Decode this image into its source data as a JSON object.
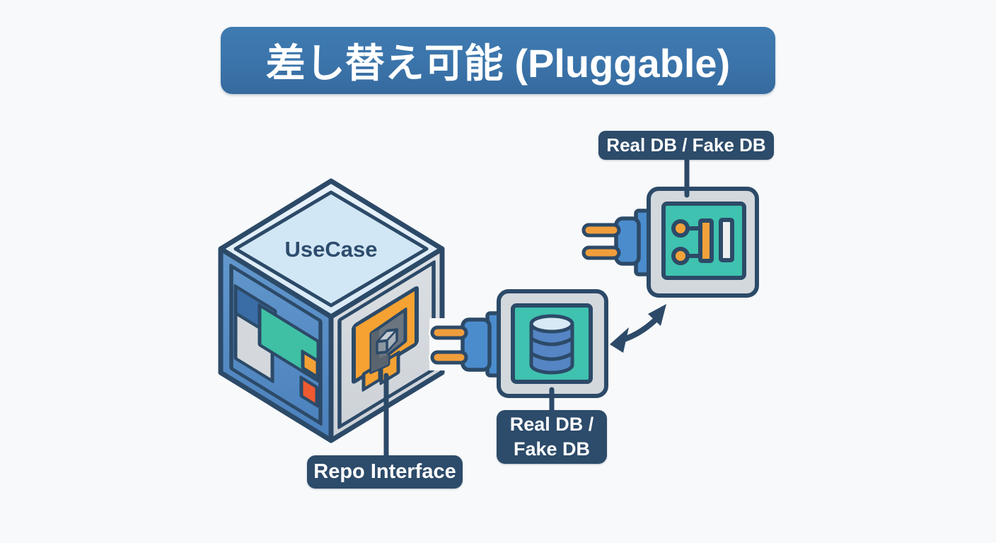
{
  "title": {
    "text": "差し替え可能 (Pluggable)"
  },
  "cube": {
    "label": "UseCase"
  },
  "socket": {
    "label": "Repo Interface"
  },
  "middle_module": {
    "label_line1": "Real DB /",
    "label_line2": "Fake DB"
  },
  "top_module": {
    "label": "Real DB / Fake DB"
  },
  "icons": {
    "cube": "usecase-cube-icon",
    "socket": "repo-socket-icon",
    "plug": "plug-icon",
    "database": "database-icon",
    "circuit": "circuit-icon",
    "swap_arrow": "swap-arrow-icon"
  },
  "colors": {
    "background": "#f8f9fa",
    "banner_blue": "#3b74aa",
    "label_navy": "#2d4b6a",
    "outline_navy": "#2c4a68",
    "cube_left_blue": "#4c86c3",
    "cube_top_light": "#dcebf7",
    "cube_right_gray": "#d3d8dd",
    "module_gray": "#d3d8dd",
    "module_teal": "#3fc2af",
    "plug_blue": "#4b8ccd",
    "prong_orange": "#f09d3c",
    "socket_orange": "#f5a233",
    "accent_dark_blue": "#3a6ca6",
    "accent_teal": "#3fc0a4",
    "accent_orange": "#f4a135",
    "accent_red": "#ef5a31",
    "db_blue": "#5585c4",
    "db_top_light": "#d6e9f4"
  }
}
